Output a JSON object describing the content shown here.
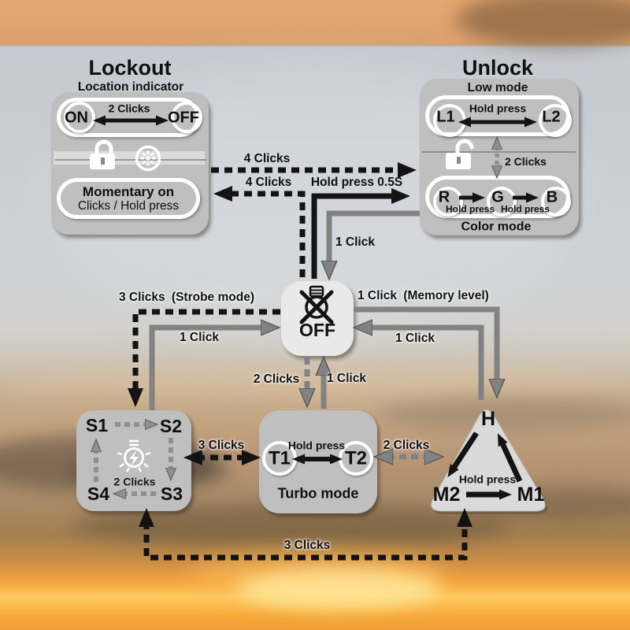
{
  "lockout": {
    "title": "Lockout",
    "subtitle": "Location indicator",
    "on": "ON",
    "off": "OFF",
    "toggle_label": "2 Clicks",
    "momentary_title": "Momentary on",
    "momentary_subtitle": "Clicks / Hold press"
  },
  "unlock": {
    "title": "Unlock",
    "subtitle": "Low mode",
    "l1": "L1",
    "l2": "L2",
    "l_toggle_label": "Hold press",
    "section_toggle_label": "2 Clicks",
    "r": "R",
    "g": "G",
    "b": "B",
    "rg_label": "Hold press",
    "gb_label": "Hold press",
    "footer": "Color mode"
  },
  "off_node": {
    "label": "OFF"
  },
  "strobe": {
    "s1": "S1",
    "s2": "S2",
    "s3": "S3",
    "s4": "S4",
    "cycle_label": "2 Clicks"
  },
  "turbo": {
    "t1": "T1",
    "t2": "T2",
    "toggle_label": "Hold press",
    "name": "Turbo mode"
  },
  "memory": {
    "h": "H",
    "m1": "M1",
    "m2": "M2",
    "hold_label": "Hold press"
  },
  "transitions": {
    "lockout_unlock": "4 Clicks",
    "off_lockout": "4 Clicks",
    "off_unlock": "Hold press 0.5S",
    "unlock_off": "1 Click",
    "off_strobe": "3 Clicks",
    "off_strobe_note": "(Strobe mode)",
    "strobe_off": "1 Click",
    "off_memory": "1 Click",
    "off_memory_note": "(Memory level)",
    "memory_off": "1 Click",
    "off_turbo": "2 Clicks",
    "turbo_off": "1 Click",
    "strobe_turbo": "3 Clicks",
    "turbo_memory": "2 Clicks",
    "strobe_memory": "3 Clicks"
  },
  "colors": {
    "panel_gray": "#bfbfbf",
    "off_node_gray": "#e9e9e9",
    "arrow_black": "#131313",
    "arrow_gray": "#828282",
    "ring_white": "#ffffff"
  }
}
